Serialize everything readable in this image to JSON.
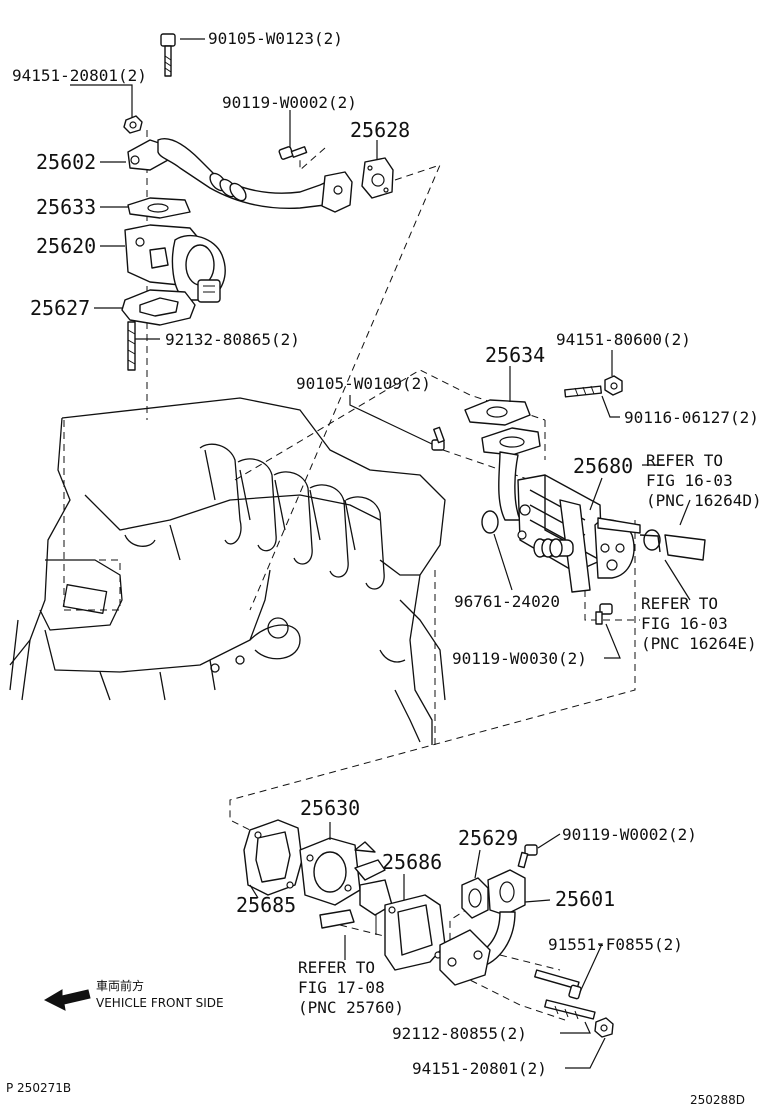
{
  "labels": {
    "p90105_w0123": "90105-W0123(2)",
    "p94151_20801_top": "94151-20801(2)",
    "p90119_w0002_top": "90119-W0002(2)",
    "p25628": "25628",
    "p25602": "25602",
    "p25633": "25633",
    "p25620": "25620",
    "p25627": "25627",
    "p92132_80865": "92132-80865(2)",
    "p94151_80600": "94151-80600(2)",
    "p25634": "25634",
    "p90105_w0109": "90105-W0109(2)",
    "p90116_06127": "90116-06127(2)",
    "p25680": "25680",
    "p96761_24020": "96761-24020",
    "p90119_w0030": "90119-W0030(2)",
    "p25630": "25630",
    "p25629": "25629",
    "p90119_w0002_bottom": "90119-W0002(2)",
    "p25686": "25686",
    "p25601": "25601",
    "p25685": "25685",
    "p91551_f0855": "91551-F0855(2)",
    "p92112_80855": "92112-80855(2)",
    "p94151_20801_bottom": "94151-20801(2)"
  },
  "refs": {
    "ref_16264d": [
      "REFER TO",
      "FIG 16-03",
      "(PNC 16264D)"
    ],
    "ref_16264e": [
      "REFER TO",
      "FIG 16-03",
      "(PNC 16264E)"
    ],
    "ref_25760": [
      "REFER TO",
      "FIG 17-08",
      "(PNC 25760)"
    ]
  },
  "orientation": {
    "japanese": "車両前方",
    "english": "VEHICLE FRONT SIDE",
    "arrow_icon": "left-arrow-icon"
  },
  "footer": {
    "left_code": "P 250271B",
    "right_code": "250288D"
  },
  "colors": {
    "line": "#111111",
    "background": "#ffffff"
  }
}
